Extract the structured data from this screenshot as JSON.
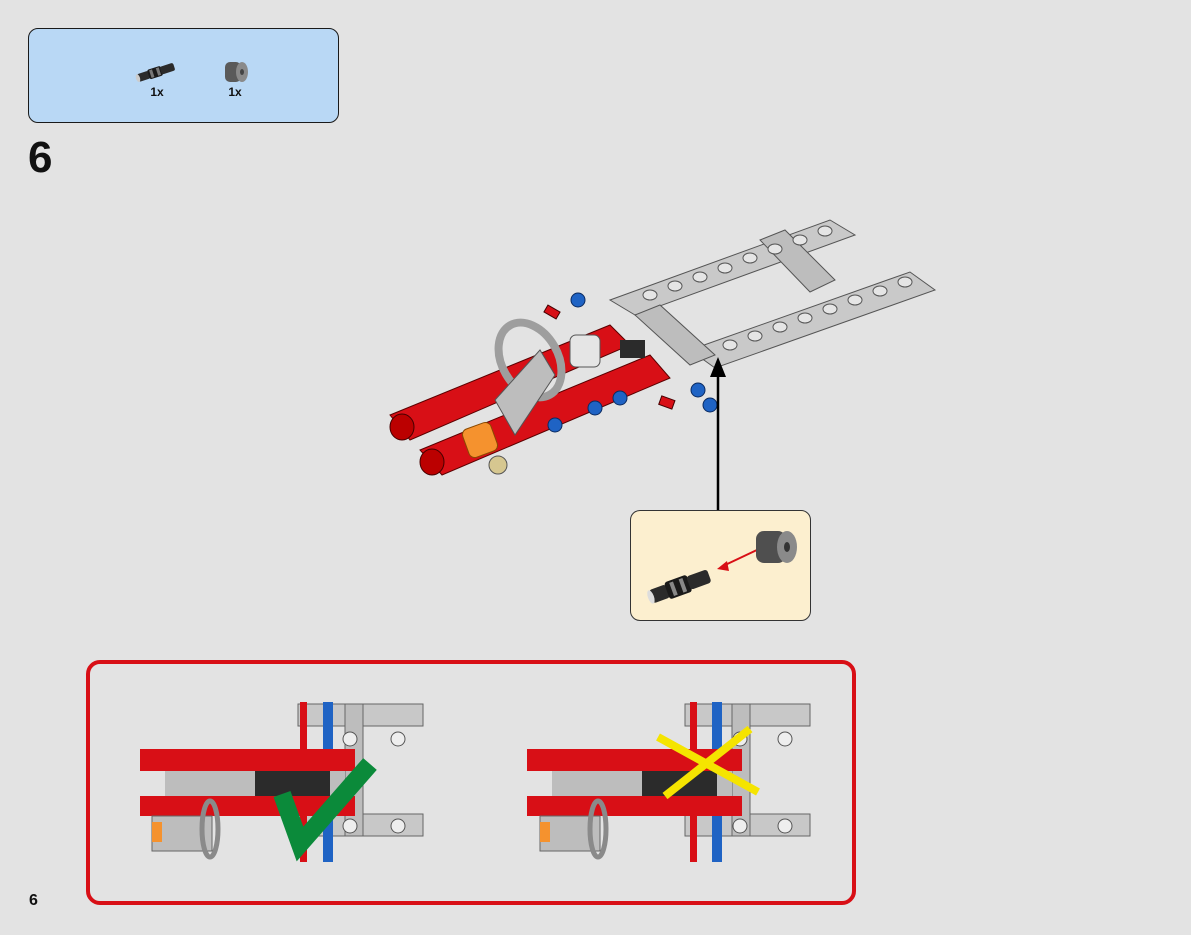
{
  "parts_list": [
    {
      "icon": "axle-pin-connector-icon",
      "qty": "1x"
    },
    {
      "icon": "bush-icon",
      "qty": "1x"
    }
  ],
  "step": {
    "number": "6"
  },
  "page": {
    "number": "6"
  },
  "check_panel": [
    {
      "result": "correct",
      "icon": "check-mark-icon",
      "color": "#0b8a3a"
    },
    {
      "result": "incorrect",
      "icon": "cross-mark-icon",
      "color": "#f5e400"
    }
  ],
  "colors": {
    "background": "#e3e3e3",
    "parts_box": "#b9d8f5",
    "callout_box": "#fcefcf",
    "check_border": "#d80f16",
    "brick_red": "#d80f16",
    "brick_gray": "#c8c8c8",
    "brick_blue": "#1f63c4",
    "brick_orange": "#f5922e"
  }
}
